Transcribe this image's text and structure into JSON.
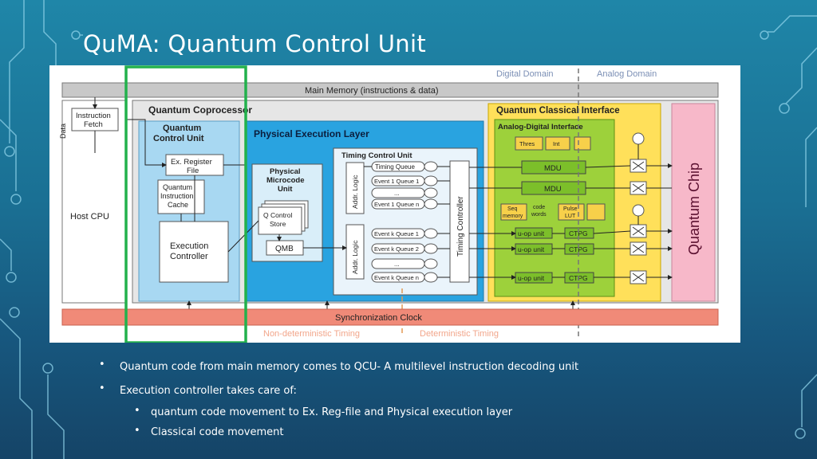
{
  "slide": {
    "title": "QuMA: Quantum Control Unit",
    "bullets": [
      "Quantum code from main memory comes to QCU- A multilevel instruction decoding unit",
      "Execution controller takes care of:"
    ],
    "sub_bullets": [
      "quantum code movement to Ex. Reg-file and Physical execution layer",
      "Classical code movement"
    ]
  },
  "diagram": {
    "domain_digital": "Digital Domain",
    "domain_analog": "Analog Domain",
    "main_memory": "Main Memory (instructions & data)",
    "data_label": "Data",
    "instruction_fetch": [
      "Instruction",
      "Fetch"
    ],
    "host_cpu": "Host CPU",
    "quantum_coprocessor": "Quantum Coprocessor",
    "qcu_title": [
      "Quantum",
      "Control Unit"
    ],
    "ex_register_file": [
      "Ex. Register",
      "File"
    ],
    "qic": [
      "Quantum",
      "Instruction",
      "Cache"
    ],
    "exec_controller": [
      "Execution",
      "Controller"
    ],
    "pel_title": "Physical Execution Layer",
    "pmu": [
      "Physical",
      "Microcode",
      "Unit"
    ],
    "q_control_store": [
      "Q Control",
      "Store"
    ],
    "qmb": "QMB",
    "timing_control_unit": "Timing Control Unit",
    "addr_logic": "Addr. Logic",
    "timing_queue": "Timing Queue",
    "event_queues_top": [
      "Event 1 Queue 1",
      "...",
      "Event 1 Queue n"
    ],
    "event_queues_bottom": [
      "Event k Queue 1",
      "Event k Queue 2",
      "...",
      "Event k Queue n"
    ],
    "timing_controller": "Timing Controller",
    "qci_title": "Quantum Classical Interface",
    "adi_title": "Analog-Digital Interface",
    "thres": "Thres",
    "int": "Int",
    "mdu": "MDU",
    "seq_memory": [
      "Seq",
      "memory"
    ],
    "code_words": [
      "code",
      "words"
    ],
    "pulse_lut": [
      "Pulse",
      "LUT"
    ],
    "uop_unit": "u-op unit",
    "ctpg": "CTPG",
    "quantum_chip": "Quantum Chip",
    "sync_clock": "Synchronization Clock",
    "non_det_timing": "Non-deterministic Timing",
    "det_timing": "Deterministic Timing"
  },
  "colors": {
    "highlight_box": "#22b14c",
    "pel_blue": "#29a3e0",
    "qci_yellow": "#ffe05a",
    "adi_green": "#9dd13b",
    "sync_clock_red": "#f08a78",
    "quantum_chip_pink": "#f7b8c9"
  }
}
